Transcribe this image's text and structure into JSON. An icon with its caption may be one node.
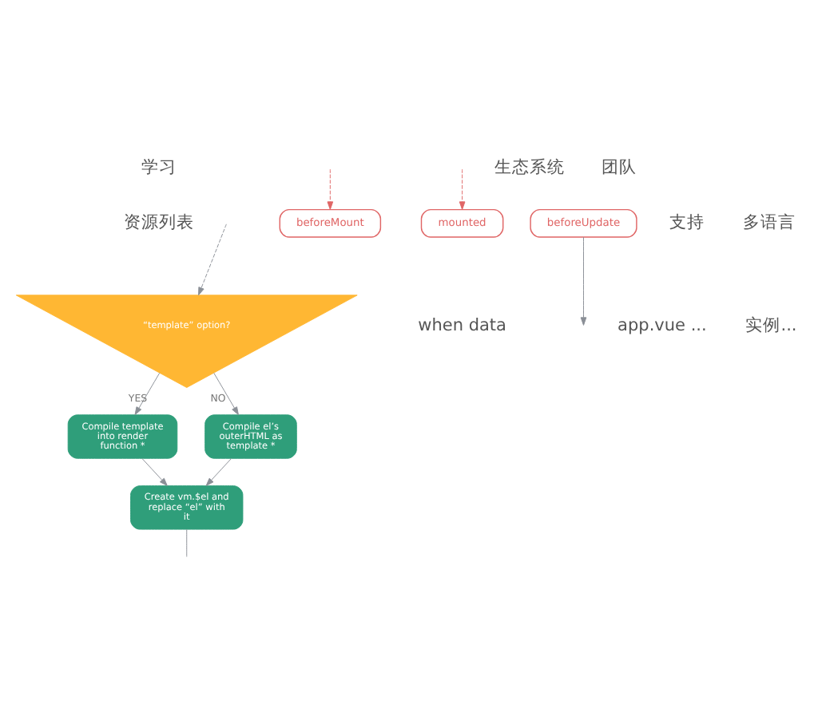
{
  "diagram": {
    "nodes": [
      {
        "text": [
          "“template” option?"
        ]
      },
      {
        "text": [
          "Compile template into render function *"
        ]
      },
      {
        "text": [
          "Compile el’s outerHTML as template *"
        ]
      },
      {
        "text": [
          "beforeMount"
        ]
      },
      {
        "text": [
          "Create vm.$el and replace “el” with it"
        ]
      },
      {
        "text": [
          "mounted"
        ]
      },
      {
        "text": [
          "beforeUpdate"
        ]
      }
    ],
    "edges": [
      {
        "from": null,
        "to": 0,
        "arrow": "to",
        "style": "dashed"
      },
      {
        "from": 0,
        "to": 1,
        "arrow": "to",
        "label": "YES"
      },
      {
        "from": 0,
        "to": 2,
        "arrow": "to",
        "label": "NO"
      },
      {
        "from": 1,
        "to": 4,
        "arrow": "to"
      },
      {
        "from": 2,
        "to": 4,
        "arrow": "to"
      },
      {
        "from": null,
        "to": 3,
        "arrow": "to",
        "style": "dashed",
        "color": "#e06666"
      },
      {
        "from": null,
        "to": 5,
        "arrow": "to",
        "style": "dashed",
        "color": "#e06666"
      },
      {
        "from": 4,
        "to": null,
        "arrow": "none"
      },
      {
        "from": 6,
        "to": null,
        "arrow": "to"
      }
    ],
    "labels": [
      "学习",
      "生态系统",
      "团队",
      "资源列表",
      "支持",
      "多语言",
      "when data",
      "app.vue ...",
      "实例..."
    ]
  }
}
